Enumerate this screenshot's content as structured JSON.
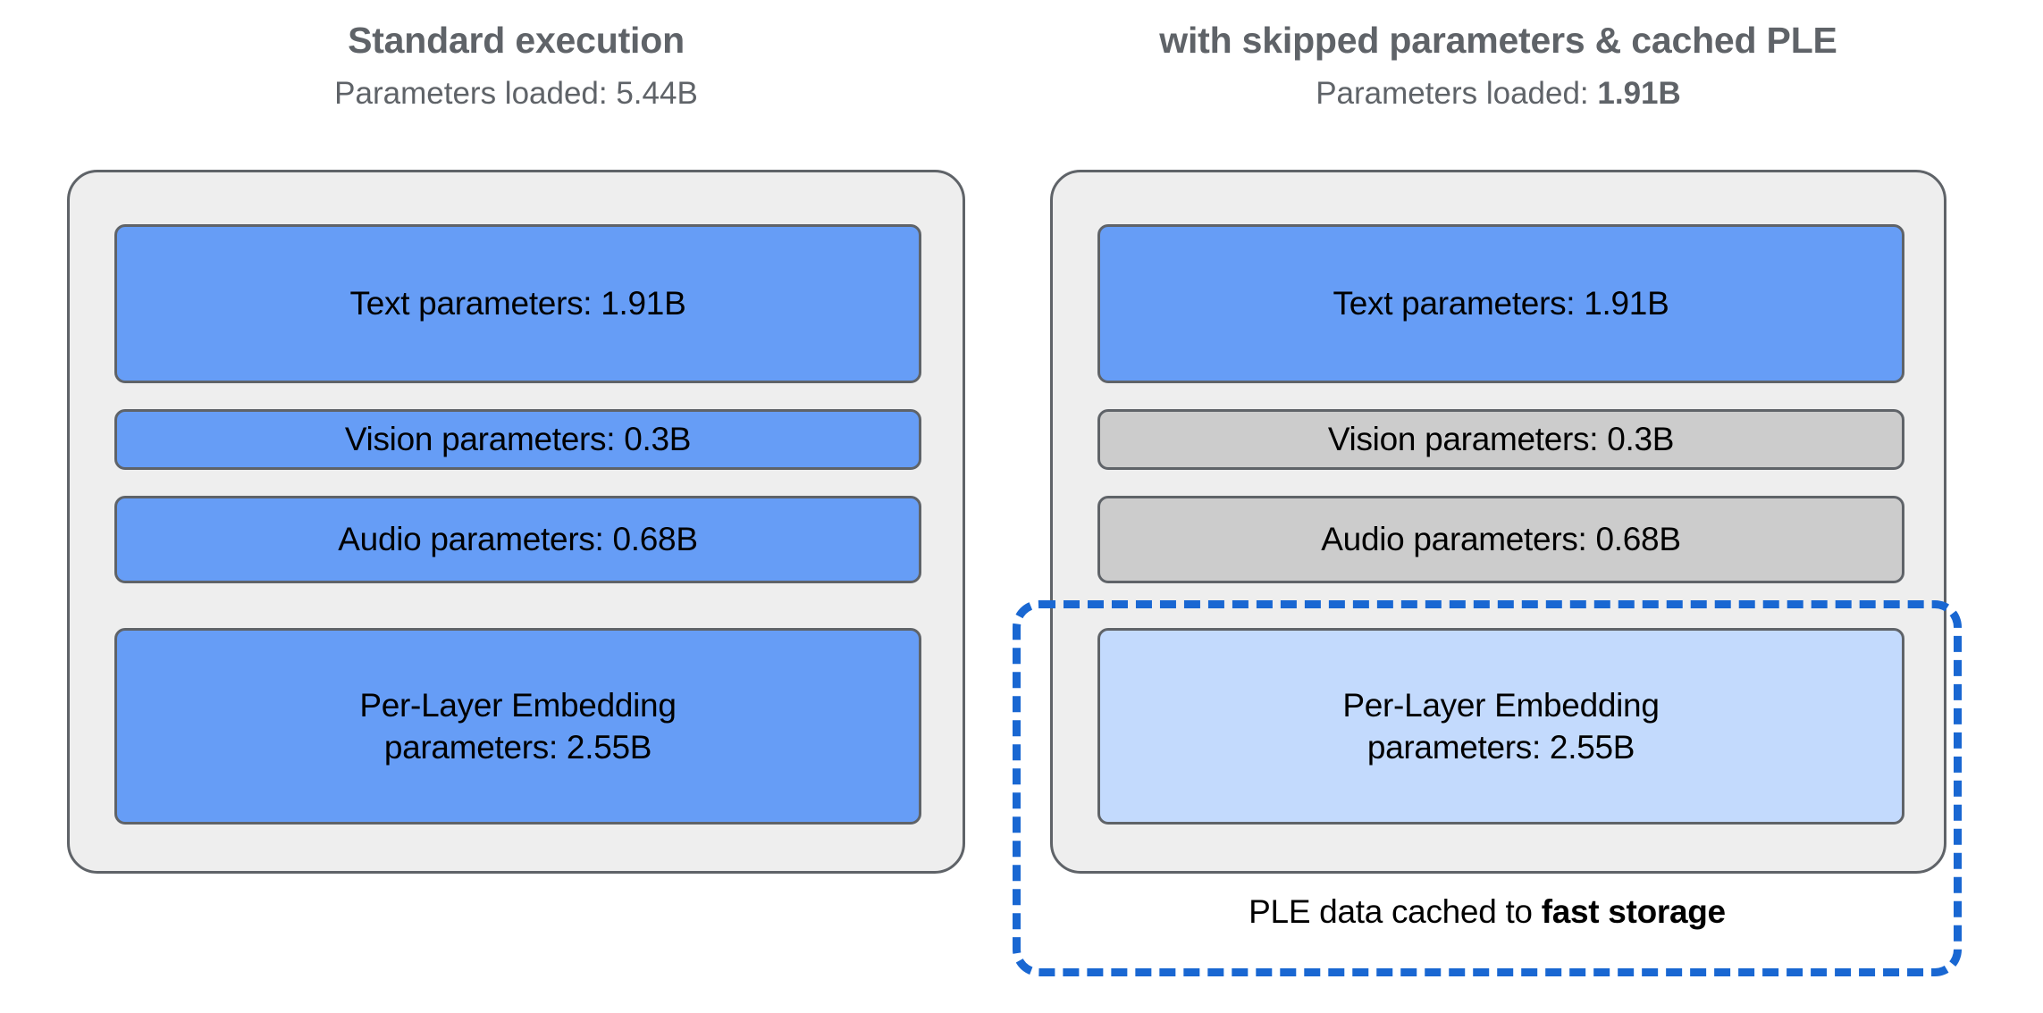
{
  "figure": {
    "title": "Standard execution vs. with skipped parameters & cached PLE",
    "background_color": "#ffffff"
  },
  "colors": {
    "loaded_blue": "#669df6",
    "skipped_gray": "#cccccc",
    "cached_light_blue": "#c3dafd",
    "panel_fill": "#eeeeee",
    "outline": "#5f6368",
    "cache_highlight": "#1967d2"
  },
  "columns": [
    {
      "id": "standard",
      "title": "Standard execution",
      "subtitle_prefix": "Parameters loaded: ",
      "subtitle_value": "5.44B",
      "subtitle_value_bold": false,
      "subtitle_full": "Parameters loaded: 5.44B",
      "boxes": [
        {
          "label": "Text parameters: 1.91B",
          "name": "Text parameters",
          "value": "1.91B",
          "state": "loaded"
        },
        {
          "label": "Vision parameters: 0.3B",
          "name": "Vision parameters",
          "value": "0.3B",
          "state": "loaded"
        },
        {
          "label": "Audio parameters: 0.68B",
          "name": "Audio parameters",
          "value": "0.68B",
          "state": "loaded"
        },
        {
          "label_line1": "Per-Layer Embedding",
          "label_line2": "parameters: 2.55B",
          "name": "Per-Layer Embedding parameters",
          "value": "2.55B",
          "state": "loaded"
        }
      ]
    },
    {
      "id": "optimized",
      "title": "with skipped parameters & cached PLE",
      "subtitle_prefix": "Parameters loaded: ",
      "subtitle_value": "1.91B",
      "subtitle_value_bold": true,
      "subtitle_full": "Parameters loaded: 1.91B",
      "boxes": [
        {
          "label": "Text parameters: 1.91B",
          "name": "Text parameters",
          "value": "1.91B",
          "state": "loaded"
        },
        {
          "label": "Vision parameters: 0.3B",
          "name": "Vision parameters",
          "value": "0.3B",
          "state": "skipped"
        },
        {
          "label": "Audio parameters: 0.68B",
          "name": "Audio parameters",
          "value": "0.68B",
          "state": "skipped"
        },
        {
          "label_line1": "Per-Layer Embedding",
          "label_line2": "parameters: 2.55B",
          "name": "Per-Layer Embedding parameters",
          "value": "2.55B",
          "state": "cached"
        }
      ]
    }
  ],
  "cache_annotation": {
    "caption_prefix": "PLE data cached to ",
    "caption_emphasis": "fast storage",
    "caption_full": "PLE data cached to fast storage"
  }
}
